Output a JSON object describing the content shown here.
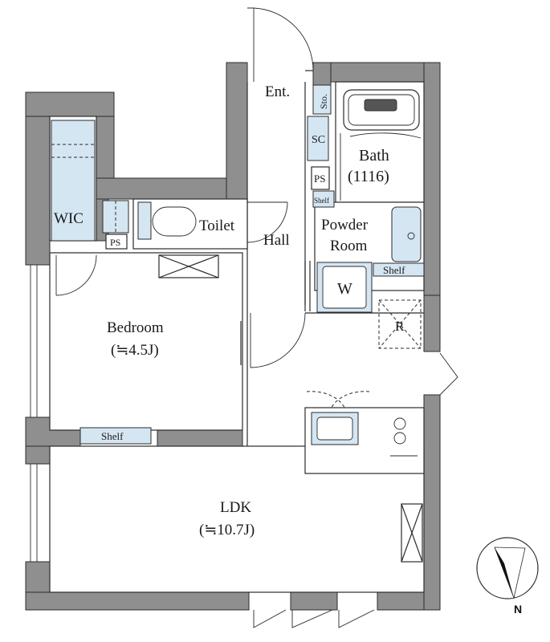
{
  "rooms": {
    "entrance": "Ent.",
    "storage": "Sto.",
    "shoe_cabinet": "SC",
    "bath": "Bath",
    "bath_size": "(1116)",
    "ps_bath": "PS",
    "shelf_small": "Shelf",
    "wic": "WIC",
    "ps_wic": "PS",
    "toilet": "Toilet",
    "hall": "Hall",
    "powder_room_line1": "Powder",
    "powder_room_line2": "Room",
    "shelf_powder": "Shelf",
    "washer": "W",
    "refrigerator": "R",
    "bedroom": "Bedroom",
    "bedroom_size": "(≒4.5J)",
    "shelf_bedroom": "Shelf",
    "ldk": "LDK",
    "ldk_size": "(≒10.7J)"
  },
  "compass": {
    "north_label": "N",
    "icon": "north-arrow-icon"
  },
  "colors": {
    "wall": "#8f8f8f",
    "fixture": "#d5e6f3",
    "line": "#2b2b2b"
  }
}
